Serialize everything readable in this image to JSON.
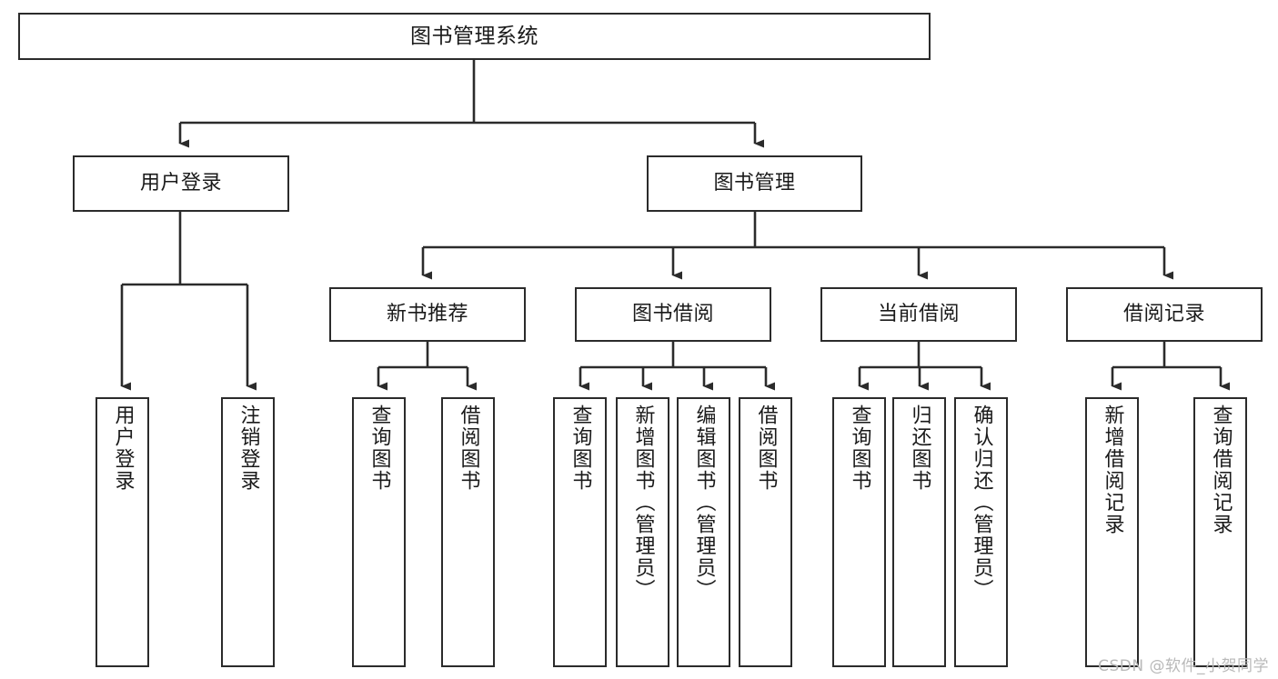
{
  "diagram": {
    "type": "tree-hierarchy",
    "title": "图书管理系统",
    "orientation": "top-down",
    "colors": {
      "box_border": "#2b2b2b",
      "box_fill": "#ffffff",
      "connector": "#2b2b2b",
      "text": "#1a1a1a",
      "watermark": "#b9b9b9"
    },
    "root": {
      "label": "图书管理系统"
    },
    "level2": [
      {
        "label": "用户登录"
      },
      {
        "label": "图书管理"
      }
    ],
    "level3": [
      {
        "label": "新书推荐"
      },
      {
        "label": "图书借阅"
      },
      {
        "label": "当前借阅"
      },
      {
        "label": "借阅记录"
      }
    ],
    "leaves": {
      "user_login": [
        {
          "label": "用户登录"
        },
        {
          "label": "注销登录"
        }
      ],
      "new_book_recommend": [
        {
          "label": "查询图书"
        },
        {
          "label": "借阅图书"
        }
      ],
      "book_borrow": [
        {
          "label": "查询图书"
        },
        {
          "label": "新增图书（管理员）"
        },
        {
          "label": "编辑图书（管理员）"
        },
        {
          "label": "借阅图书"
        }
      ],
      "current_borrow": [
        {
          "label": "查询图书"
        },
        {
          "label": "归还图书"
        },
        {
          "label": "确认归还（管理员）"
        }
      ],
      "borrow_records": [
        {
          "label": "新增借阅记录"
        },
        {
          "label": "查询借阅记录"
        }
      ]
    }
  },
  "watermark": {
    "text": "CSDN @软件_小贺同学"
  }
}
